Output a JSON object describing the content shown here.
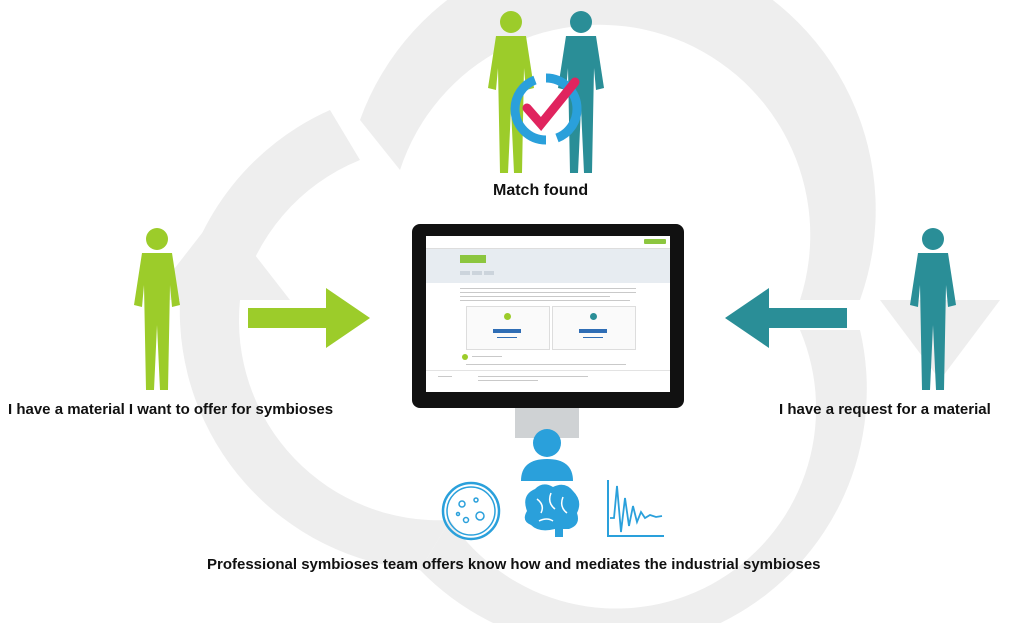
{
  "captions": {
    "match_found": "Match found",
    "offer": "I have a material I want to offer for symbioses",
    "request": "I have a request for a material",
    "team": "Professional symbioses team offers know how and mediates the industrial symbioses"
  },
  "colors": {
    "offer_green": "#9ccc2a",
    "request_teal": "#2a8e97",
    "team_blue": "#2aa0db",
    "check_red": "#e0245e",
    "cycle_gray": "#eeeeee"
  },
  "icons": [
    "person-icon",
    "cycle-check-icon",
    "petri-dish-icon",
    "brain-icon",
    "signal-chart-icon",
    "user-head-icon"
  ]
}
